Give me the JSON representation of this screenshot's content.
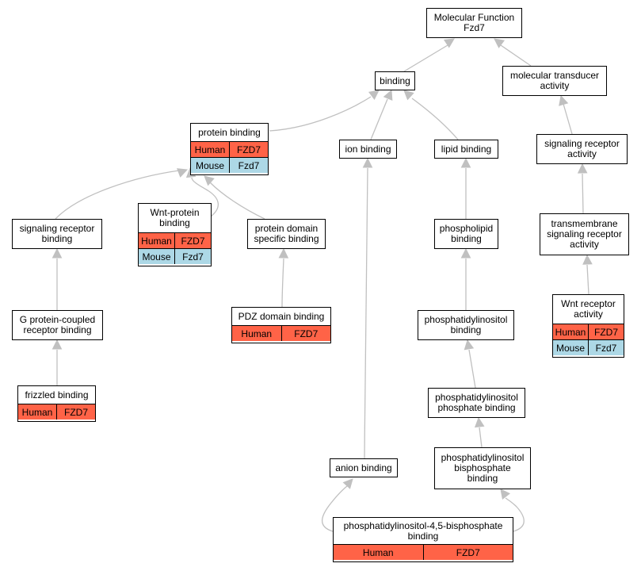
{
  "colors": {
    "human": "#ff6347",
    "mouse": "#add8e6",
    "edge": "#c0c0c0"
  },
  "nodes": {
    "mf": {
      "label": "Molecular Function\nFzd7",
      "rows": []
    },
    "binding": {
      "label": "binding",
      "rows": []
    },
    "mta": {
      "label": "molecular transducer\nactivity",
      "rows": []
    },
    "protein_binding": {
      "label": "protein binding",
      "rows": [
        {
          "species": "Human",
          "gene": "FZD7"
        },
        {
          "species": "Mouse",
          "gene": "Fzd7"
        }
      ]
    },
    "ion_binding": {
      "label": "ion binding",
      "rows": []
    },
    "lipid_binding": {
      "label": "lipid binding",
      "rows": []
    },
    "sra": {
      "label": "signaling receptor\nactivity",
      "rows": []
    },
    "srb": {
      "label": "signaling receptor\nbinding",
      "rows": []
    },
    "wnt_protein": {
      "label": "Wnt-protein\nbinding",
      "rows": [
        {
          "species": "Human",
          "gene": "FZD7"
        },
        {
          "species": "Mouse",
          "gene": "Fzd7"
        }
      ]
    },
    "pdsb": {
      "label": "protein domain\nspecific binding",
      "rows": []
    },
    "phospholipid": {
      "label": "phospholipid\nbinding",
      "rows": []
    },
    "tsra": {
      "label": "transmembrane\nsignaling receptor\nactivity",
      "rows": []
    },
    "gpcr": {
      "label": "G protein-coupled\nreceptor binding",
      "rows": []
    },
    "pdz": {
      "label": "PDZ domain binding",
      "rows": [
        {
          "species": "Human",
          "gene": "FZD7"
        }
      ]
    },
    "pib": {
      "label": "phosphatidylinositol\nbinding",
      "rows": []
    },
    "wnt_receptor": {
      "label": "Wnt receptor\nactivity",
      "rows": [
        {
          "species": "Human",
          "gene": "FZD7"
        },
        {
          "species": "Mouse",
          "gene": "Fzd7"
        }
      ]
    },
    "frizzled": {
      "label": "frizzled binding",
      "rows": [
        {
          "species": "Human",
          "gene": "FZD7"
        }
      ]
    },
    "pipb": {
      "label": "phosphatidylinositol\nphosphate binding",
      "rows": []
    },
    "pibpb": {
      "label": "phosphatidylinositol\nbisphosphate\nbinding",
      "rows": []
    },
    "anion": {
      "label": "anion binding",
      "rows": []
    },
    "pip2": {
      "label": "phosphatidylinositol-4,5-bisphosphate\nbinding",
      "rows": [
        {
          "species": "Human",
          "gene": "FZD7"
        }
      ]
    }
  }
}
